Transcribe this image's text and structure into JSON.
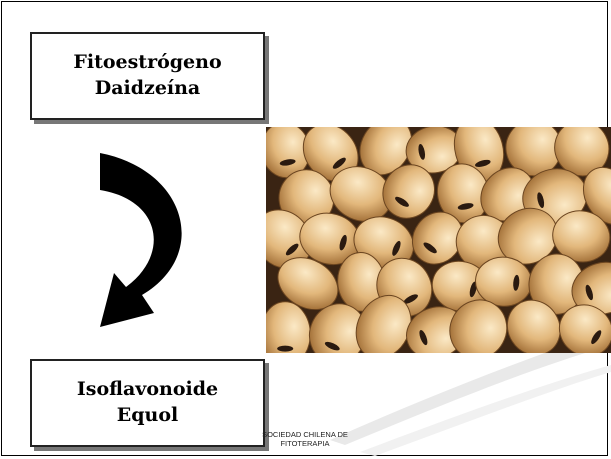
{
  "slide": {
    "top_box": {
      "line1": "Fitoestrógeno",
      "line2": "Daidzeína"
    },
    "bottom_box": {
      "line1": "Isoflavonoide",
      "line2": "Equol"
    },
    "footer": {
      "line1": "SOCIEDAD CHILENA DE",
      "line2": "FITOTERAPIA"
    },
    "image": {
      "icon": "soybeans-photo"
    },
    "arrow": {
      "icon": "curved-arrow-down-icon"
    }
  }
}
